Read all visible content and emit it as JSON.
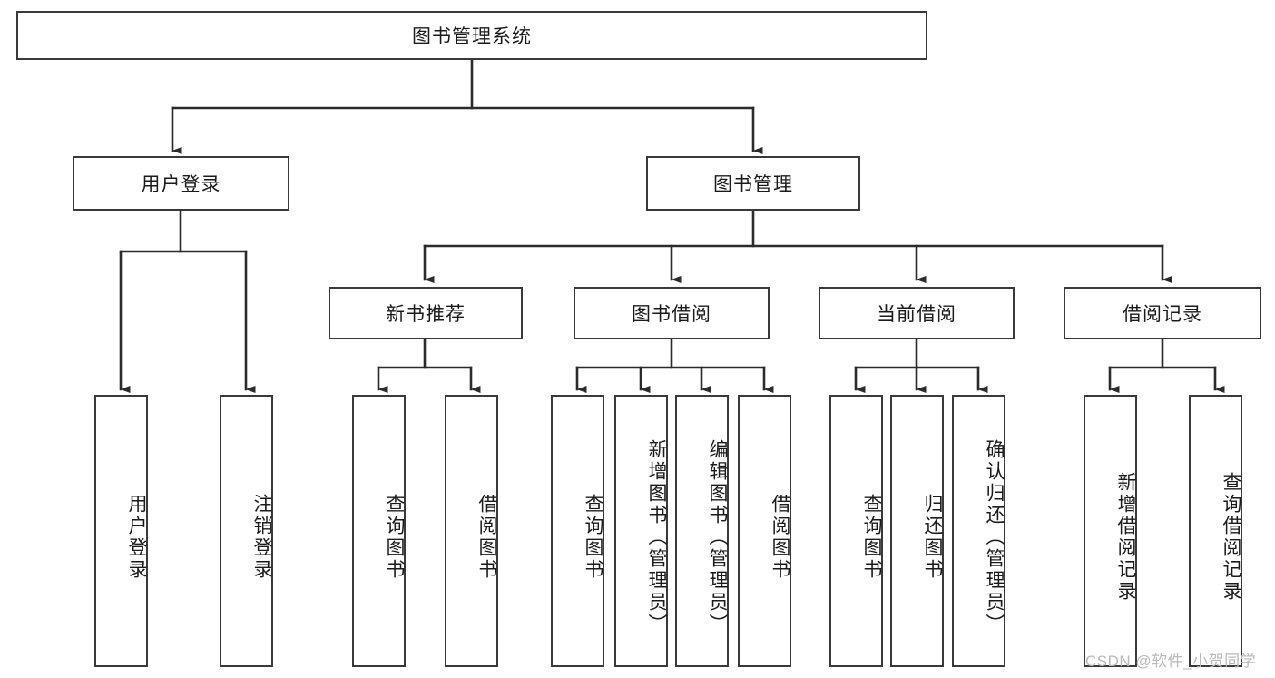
{
  "diagram": {
    "title": "图书管理系统",
    "type": "tree-hierarchy",
    "orientation": "top-down",
    "accent_color": "#3a3a3a",
    "background_color": "#ffffff",
    "watermark": "CSDN @软件_小贺同学",
    "levels": {
      "root": {
        "label": "图书管理系统"
      },
      "level1": [
        {
          "label": "用户登录"
        },
        {
          "label": "图书管理"
        }
      ],
      "level2": [
        {
          "label": "新书推荐",
          "parent": "图书管理"
        },
        {
          "label": "图书借阅",
          "parent": "图书管理"
        },
        {
          "label": "当前借阅",
          "parent": "图书管理"
        },
        {
          "label": "借阅记录",
          "parent": "图书管理"
        }
      ],
      "leaves": {
        "user_login": [
          {
            "label": "用户登录"
          },
          {
            "label": "注销登录"
          }
        ],
        "new_book_recommend": [
          {
            "label": "查询图书"
          },
          {
            "label": "借阅图书"
          }
        ],
        "book_borrow": [
          {
            "label": "查询图书"
          },
          {
            "label": "新增图书（管理员）"
          },
          {
            "label": "编辑图书（管理员）"
          },
          {
            "label": "借阅图书"
          }
        ],
        "current_borrow": [
          {
            "label": "查询图书"
          },
          {
            "label": "归还图书"
          },
          {
            "label": "确认归还（管理员）"
          }
        ],
        "borrow_record": [
          {
            "label": "新增借阅记录"
          },
          {
            "label": "查询借阅记录"
          }
        ]
      }
    }
  }
}
